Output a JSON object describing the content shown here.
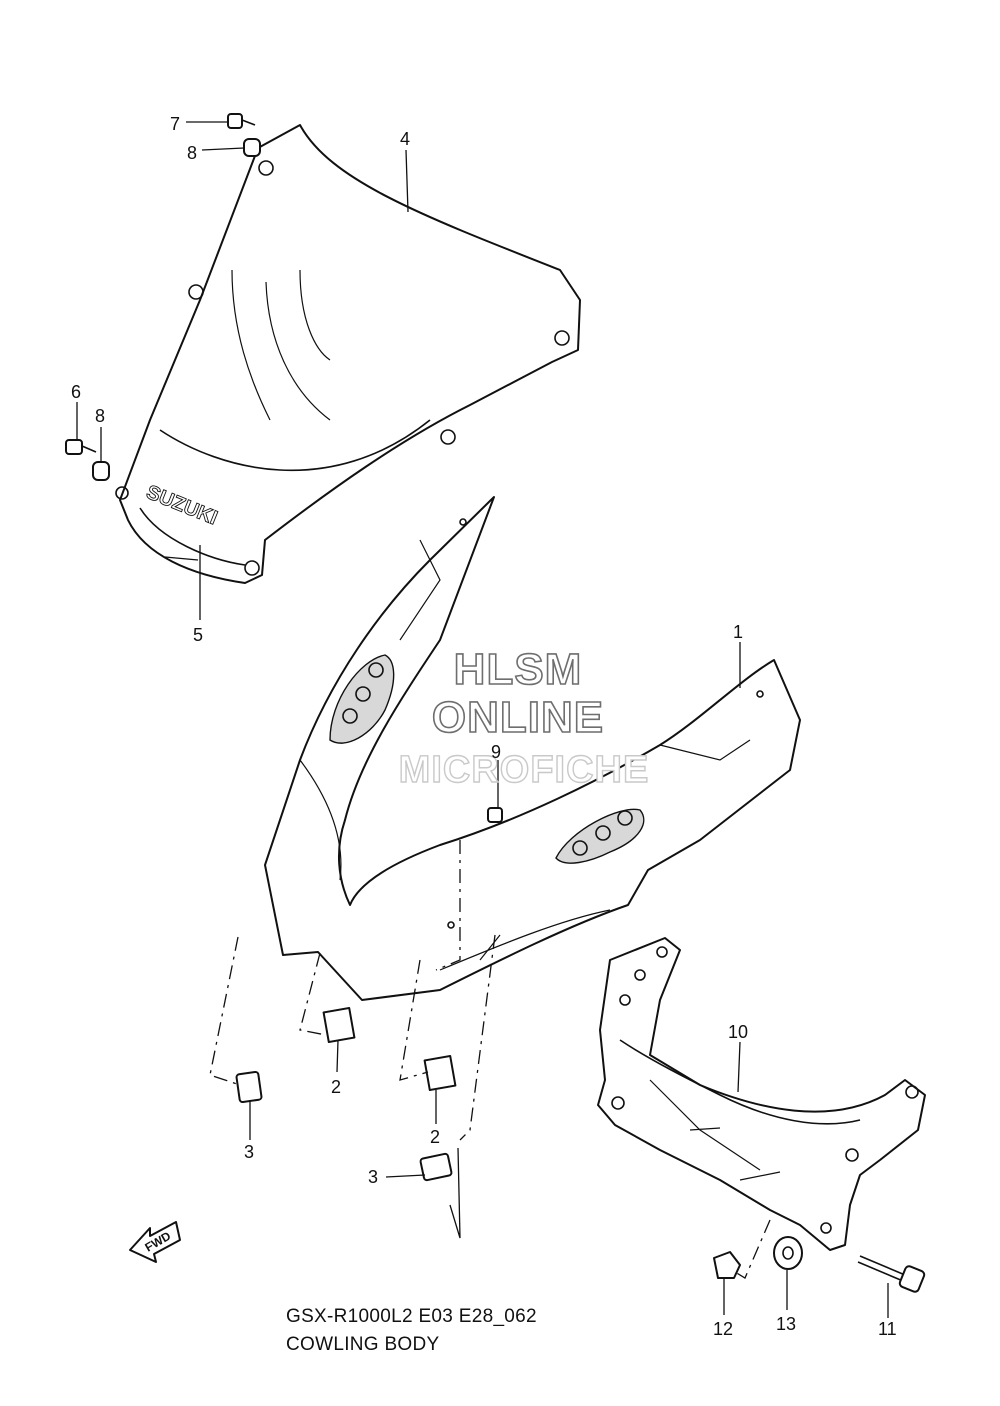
{
  "diagram": {
    "watermark": {
      "line1": "HLSM",
      "line2": "ONLINE",
      "line3": "MICROFICHE"
    },
    "windscreen_logo": "SUZUKI",
    "fwd_label": "FWD",
    "caption": {
      "model": "GSX-R1000L2 E03 E28_062",
      "title": "COWLING BODY"
    },
    "callouts": {
      "c1": "1",
      "c2a": "2",
      "c2b": "2",
      "c3a": "3",
      "c3b": "3",
      "c4": "4",
      "c5": "5",
      "c6": "6",
      "c7": "7",
      "c8a": "8",
      "c8b": "8",
      "c9": "9",
      "c10": "10",
      "c11": "11",
      "c12": "12",
      "c13": "13"
    }
  }
}
